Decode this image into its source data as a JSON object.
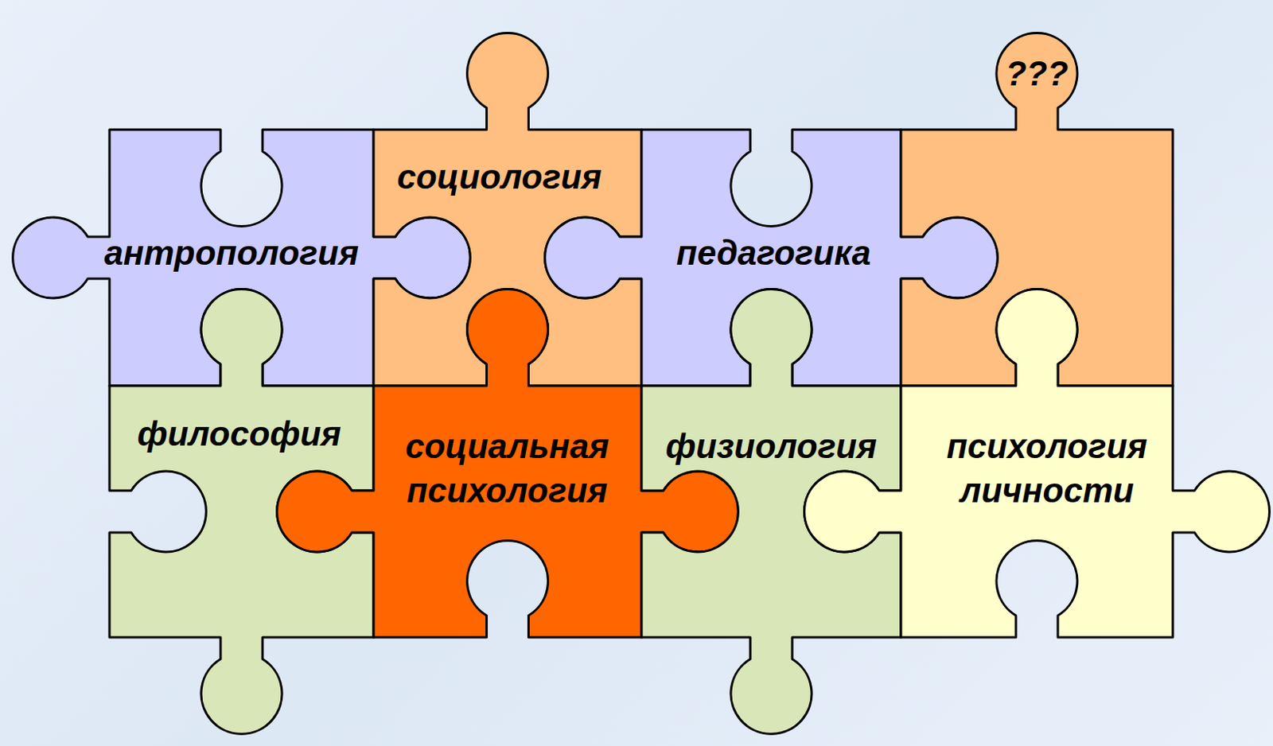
{
  "diagram": {
    "nodes": [
      {
        "text": [
          "антропология"
        ]
      },
      {
        "text": [
          "социология"
        ]
      },
      {
        "text": [
          "педагогика"
        ]
      },
      {
        "text": [
          "???"
        ]
      },
      {
        "text": [
          "философия"
        ]
      },
      {
        "text": [
          "социальная психология"
        ]
      },
      {
        "text": [
          "физиология"
        ]
      },
      {
        "text": [
          "психология личности"
        ]
      }
    ]
  }
}
